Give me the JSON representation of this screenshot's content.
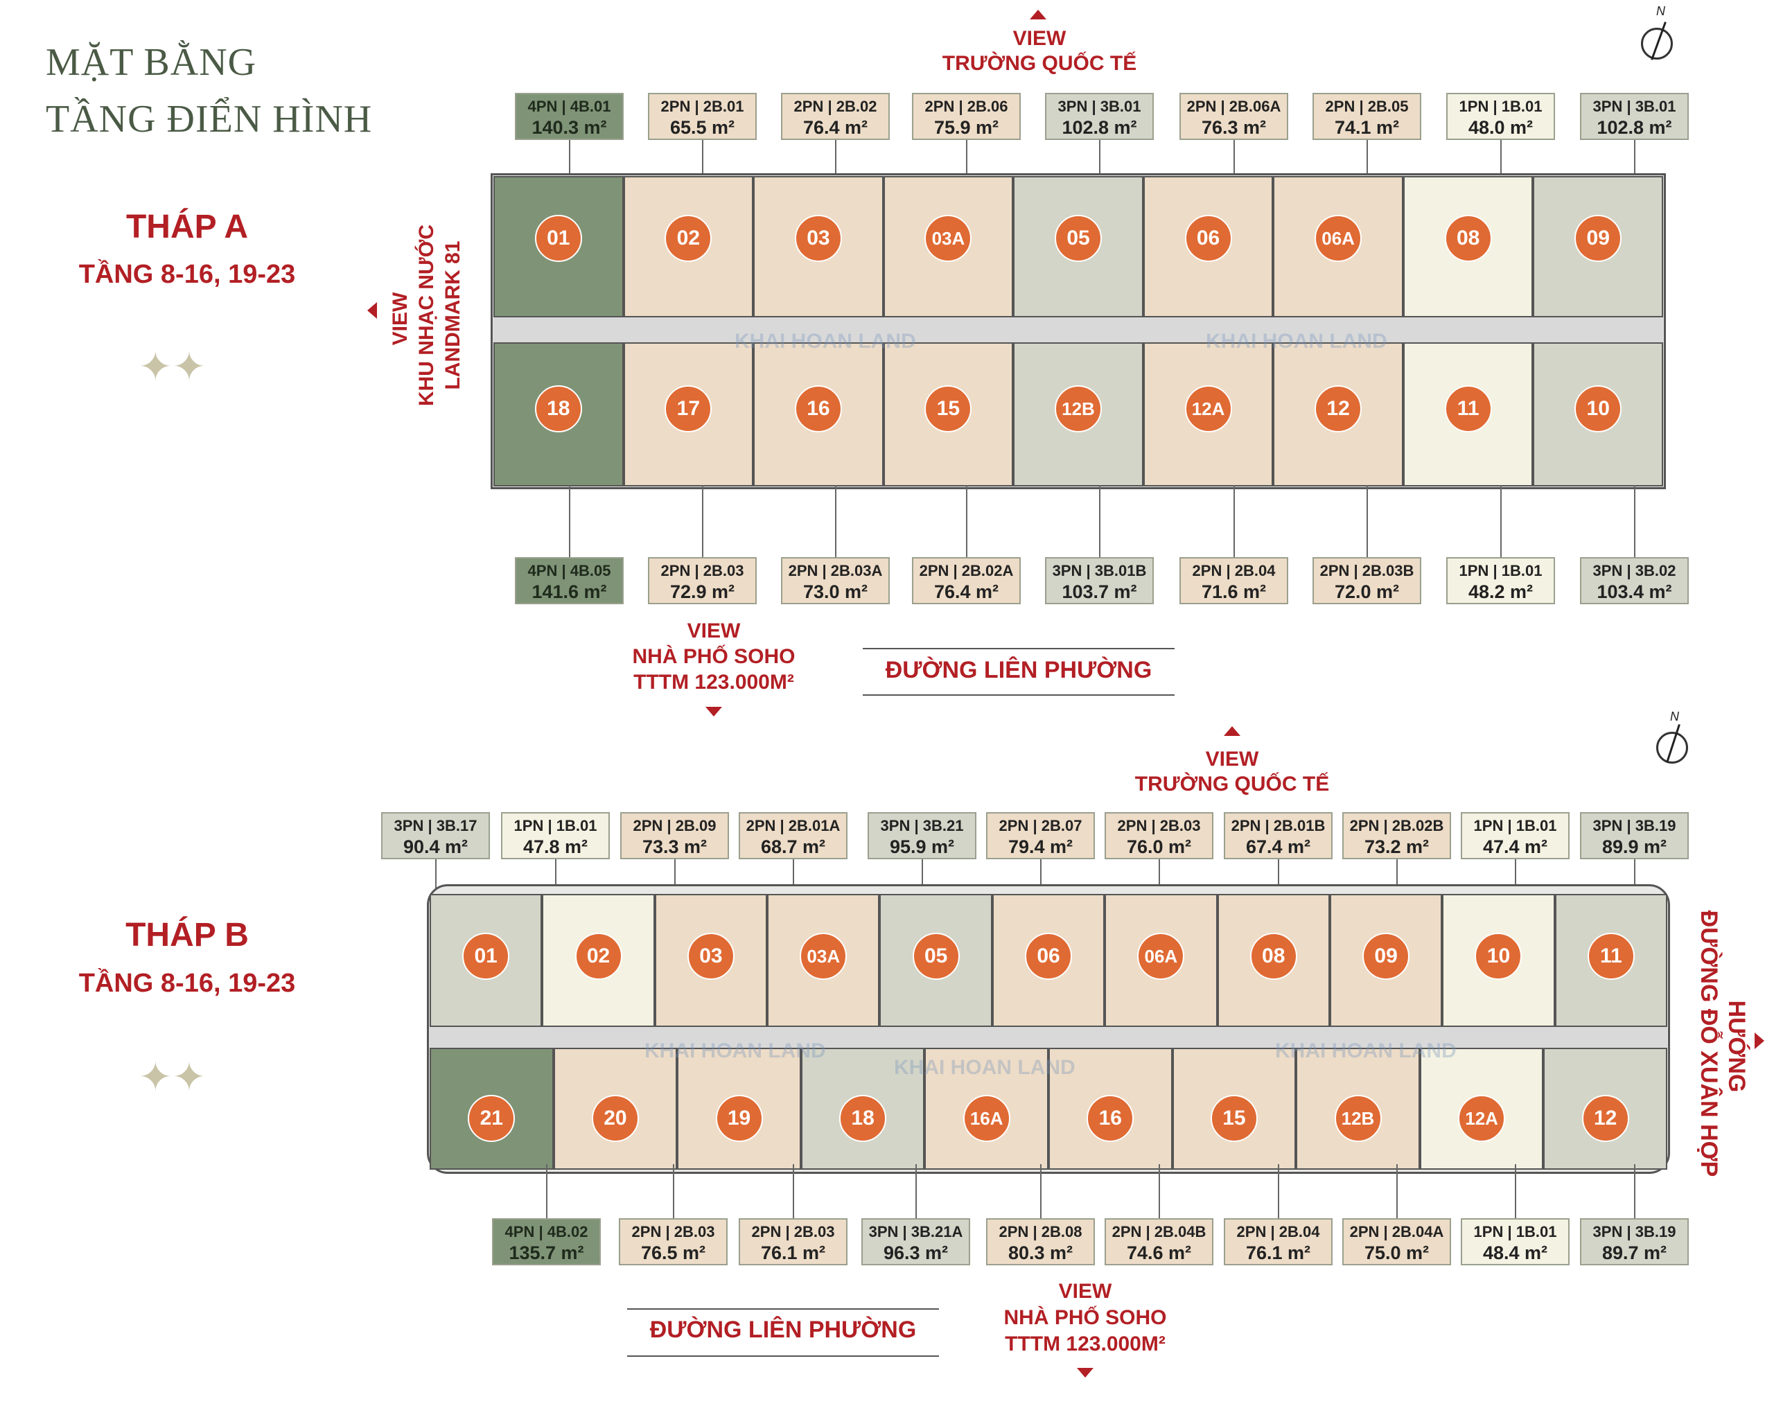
{
  "page_title": [
    "MẶT BẰNG",
    "TẦNG ĐIỂN HÌNH"
  ],
  "colors": {
    "accent_red": "#b21f24",
    "badge_orange": "#e06a33",
    "unit_4pn": "#7f9477",
    "unit_3pn": "#d3d5c8",
    "unit_2pn": "#eddcc7",
    "unit_1pn": "#f4f2e2"
  },
  "tower_a": {
    "title": "THÁP A",
    "floors": "TẦNG 8-16, 19-23",
    "view_top": [
      "VIEW",
      "TRƯỜNG QUỐC TẾ"
    ],
    "view_left": [
      "VIEW",
      "KHU NHẠC NƯỚC",
      "LANDMARK 81"
    ],
    "view_bottom": [
      "VIEW",
      "NHÀ PHỐ SOHO",
      "TTTM 123.000M²"
    ],
    "road": "ĐƯỜNG LIÊN PHƯỜNG",
    "watermark": "KHAI HOAN LAND",
    "top_labels": [
      {
        "type": "4PN | 4B.01",
        "area": "140.3 m²",
        "kind": "4pn"
      },
      {
        "type": "2PN | 2B.01",
        "area": "65.5 m²",
        "kind": "2pn"
      },
      {
        "type": "2PN | 2B.02",
        "area": "76.4 m²",
        "kind": "2pn"
      },
      {
        "type": "2PN | 2B.06",
        "area": "75.9 m²",
        "kind": "2pn"
      },
      {
        "type": "3PN | 3B.01",
        "area": "102.8 m²",
        "kind": "3pn"
      },
      {
        "type": "2PN | 2B.06A",
        "area": "76.3 m²",
        "kind": "2pn"
      },
      {
        "type": "2PN | 2B.05",
        "area": "74.1 m²",
        "kind": "2pn"
      },
      {
        "type": "1PN | 1B.01",
        "area": "48.0 m²",
        "kind": "1pn"
      },
      {
        "type": "3PN | 3B.01",
        "area": "102.8 m²",
        "kind": "3pn"
      }
    ],
    "bottom_labels": [
      {
        "type": "4PN | 4B.05",
        "area": "141.6 m²",
        "kind": "4pn"
      },
      {
        "type": "2PN | 2B.03",
        "area": "72.9 m²",
        "kind": "2pn"
      },
      {
        "type": "2PN | 2B.03A",
        "area": "73.0 m²",
        "kind": "2pn"
      },
      {
        "type": "2PN | 2B.02A",
        "area": "76.4 m²",
        "kind": "2pn"
      },
      {
        "type": "3PN | 3B.01B",
        "area": "103.7 m²",
        "kind": "3pn"
      },
      {
        "type": "2PN | 2B.04",
        "area": "71.6 m²",
        "kind": "2pn"
      },
      {
        "type": "2PN | 2B.03B",
        "area": "72.0 m²",
        "kind": "2pn"
      },
      {
        "type": "1PN | 1B.01",
        "area": "48.2 m²",
        "kind": "1pn"
      },
      {
        "type": "3PN | 3B.02",
        "area": "103.4 m²",
        "kind": "3pn"
      }
    ],
    "top_units": [
      "01",
      "02",
      "03",
      "03A",
      "05",
      "06",
      "06A",
      "08",
      "09"
    ],
    "bottom_units": [
      "18",
      "17",
      "16",
      "15",
      "12B",
      "12A",
      "12",
      "11",
      "10"
    ]
  },
  "tower_b": {
    "title": "THÁP B",
    "floors": "TẦNG 8-16, 19-23",
    "view_top": [
      "VIEW",
      "TRƯỜNG QUỐC TẾ"
    ],
    "view_right": [
      "HƯỚNG",
      "ĐƯỜNG ĐỖ XUÂN HỢP"
    ],
    "view_bottom": [
      "VIEW",
      "NHÀ PHỐ SOHO",
      "TTTM 123.000M²"
    ],
    "road": "ĐƯỜNG LIÊN PHƯỜNG",
    "watermark": "KHAI HOAN LAND",
    "top_labels": [
      {
        "type": "3PN | 3B.17",
        "area": "90.4 m²",
        "kind": "3pn"
      },
      {
        "type": "1PN | 1B.01",
        "area": "47.8 m²",
        "kind": "1pn"
      },
      {
        "type": "2PN | 2B.09",
        "area": "73.3 m²",
        "kind": "2pn"
      },
      {
        "type": "2PN | 2B.01A",
        "area": "68.7 m²",
        "kind": "2pn"
      },
      {
        "type": "3PN | 3B.21",
        "area": "95.9 m²",
        "kind": "3pn"
      },
      {
        "type": "2PN | 2B.07",
        "area": "79.4 m²",
        "kind": "2pn"
      },
      {
        "type": "2PN | 2B.03",
        "area": "76.0 m²",
        "kind": "2pn"
      },
      {
        "type": "2PN | 2B.01B",
        "area": "67.4 m²",
        "kind": "2pn"
      },
      {
        "type": "2PN | 2B.02B",
        "area": "73.2 m²",
        "kind": "2pn"
      },
      {
        "type": "1PN | 1B.01",
        "area": "47.4 m²",
        "kind": "1pn"
      },
      {
        "type": "3PN | 3B.19",
        "area": "89.9 m²",
        "kind": "3pn"
      }
    ],
    "bottom_labels": [
      {
        "type": "4PN | 4B.02",
        "area": "135.7 m²",
        "kind": "4pn"
      },
      {
        "type": "2PN | 2B.03",
        "area": "76.5 m²",
        "kind": "2pn"
      },
      {
        "type": "2PN | 2B.03",
        "area": "76.1 m²",
        "kind": "2pn"
      },
      {
        "type": "3PN | 3B.21A",
        "area": "96.3 m²",
        "kind": "3pn"
      },
      {
        "type": "2PN | 2B.08",
        "area": "80.3 m²",
        "kind": "2pn"
      },
      {
        "type": "2PN | 2B.04B",
        "area": "74.6 m²",
        "kind": "2pn"
      },
      {
        "type": "2PN | 2B.04",
        "area": "76.1 m²",
        "kind": "2pn"
      },
      {
        "type": "2PN | 2B.04A",
        "area": "75.0 m²",
        "kind": "2pn"
      },
      {
        "type": "1PN | 1B.01",
        "area": "48.4 m²",
        "kind": "1pn"
      },
      {
        "type": "3PN | 3B.19",
        "area": "89.7 m²",
        "kind": "3pn"
      }
    ],
    "top_units": [
      "01",
      "02",
      "03",
      "03A",
      "05",
      "06",
      "06A",
      "08",
      "09",
      "10",
      "11"
    ],
    "bottom_units": [
      "21",
      "20",
      "19",
      "18",
      "16A",
      "16",
      "15",
      "12B",
      "12A",
      "12"
    ]
  },
  "compass_label": "N"
}
